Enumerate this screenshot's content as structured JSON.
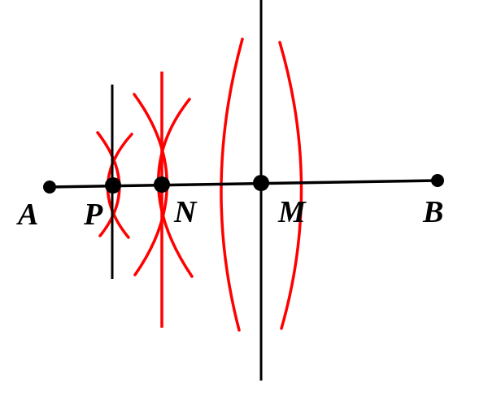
{
  "colors": {
    "segment": "#000000",
    "construction_arcs": "#ff0000",
    "background": "#ffffff"
  },
  "points": {
    "A": "A",
    "P": "P",
    "N": "N",
    "M": "M",
    "B": "B"
  }
}
